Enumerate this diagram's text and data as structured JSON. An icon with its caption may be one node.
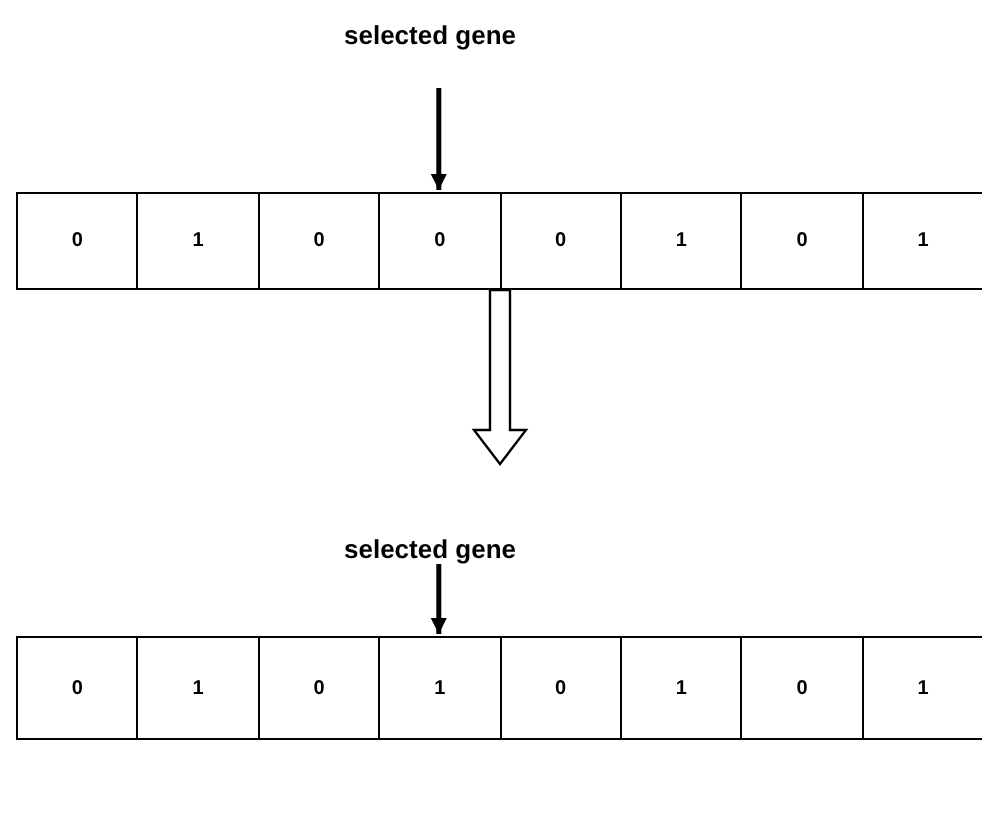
{
  "diagram": {
    "nodes": [
      {
        "text": [
          "selected gene"
        ]
      },
      {
        "text": [],
        "shape": "bar"
      },
      {
        "text": [
          "0"
        ],
        "in": 1
      },
      {
        "text": [
          "1"
        ],
        "in": 1
      },
      {
        "text": [
          "0"
        ],
        "in": 1
      },
      {
        "text": [
          "0"
        ],
        "in": 1
      },
      {
        "text": [
          "0"
        ],
        "in": 1
      },
      {
        "text": [
          "1"
        ],
        "in": 1
      },
      {
        "text": [
          "0"
        ],
        "in": 1
      },
      {
        "text": [
          "1"
        ],
        "in": 1
      },
      {
        "text": [
          "selected gene"
        ]
      },
      {
        "text": [],
        "shape": "bar"
      },
      {
        "text": [
          "0"
        ],
        "in": 11
      },
      {
        "text": [
          "1"
        ],
        "in": 11
      },
      {
        "text": [
          "0"
        ],
        "in": 11
      },
      {
        "text": [
          "1"
        ],
        "in": 11
      },
      {
        "text": [
          "0"
        ],
        "in": 11
      },
      {
        "text": [
          "1"
        ],
        "in": 11
      },
      {
        "text": [
          "0"
        ],
        "in": 11
      },
      {
        "text": [
          "1"
        ],
        "in": 11
      }
    ],
    "edges": [
      {
        "from": 0,
        "to": 5,
        "arrow": "to"
      },
      {
        "from": 1,
        "to": 10,
        "arrow": "to",
        "style": "thick"
      },
      {
        "from": 10,
        "to": 15,
        "arrow": "to"
      }
    ]
  }
}
